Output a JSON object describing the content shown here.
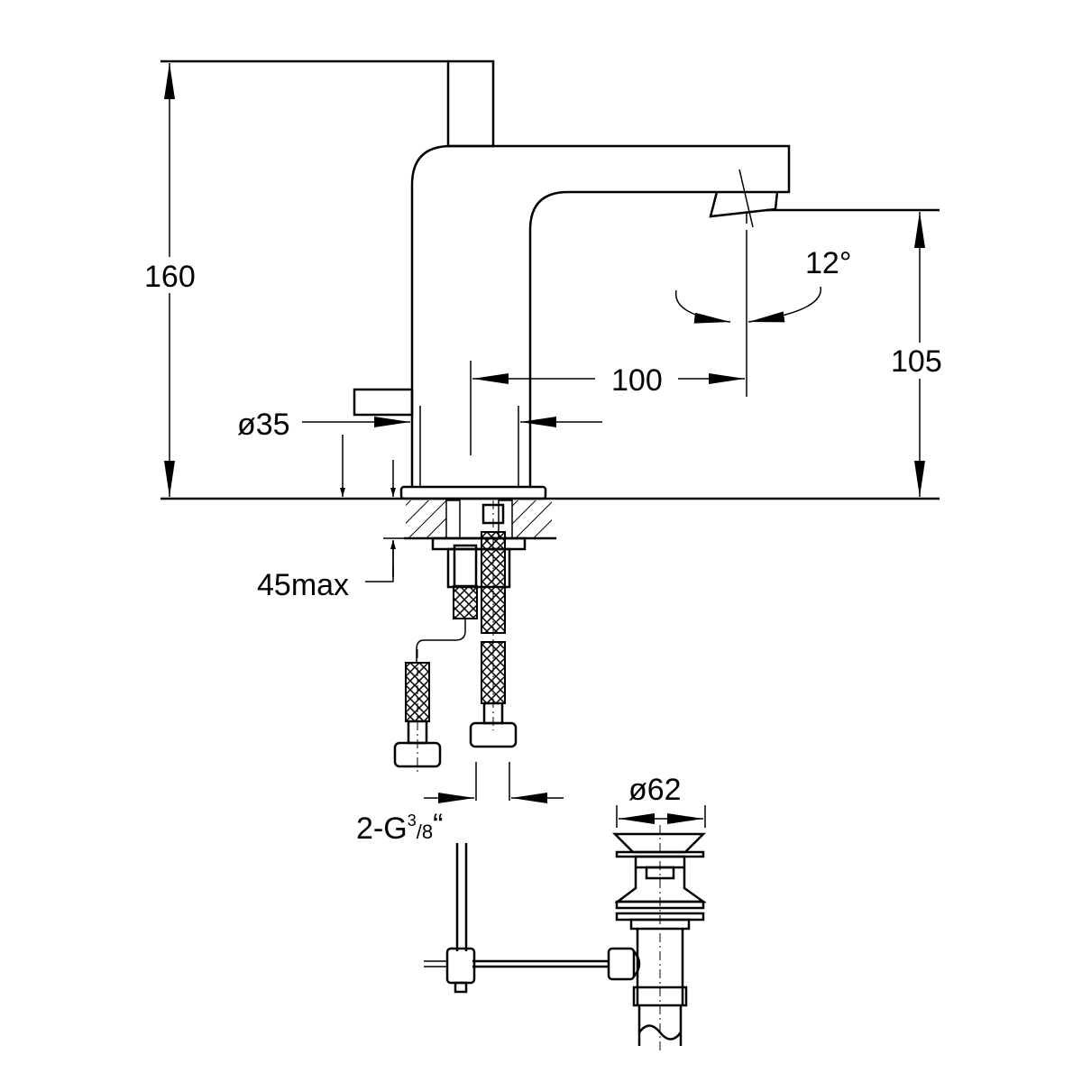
{
  "title": "Basin mixer dimension drawing",
  "dimensions": {
    "height_total": "160",
    "spout_height": "105",
    "spout_reach": "100",
    "body_diameter": "ø35",
    "swivel_angle": "12°",
    "counter_thickness": "45max",
    "connection": "2-G",
    "connection_sup": "3",
    "connection_sub": "/8",
    "connection_quote": "“",
    "drain_diameter": "ø62"
  },
  "colors": {
    "line": "#000000",
    "background": "#ffffff"
  }
}
